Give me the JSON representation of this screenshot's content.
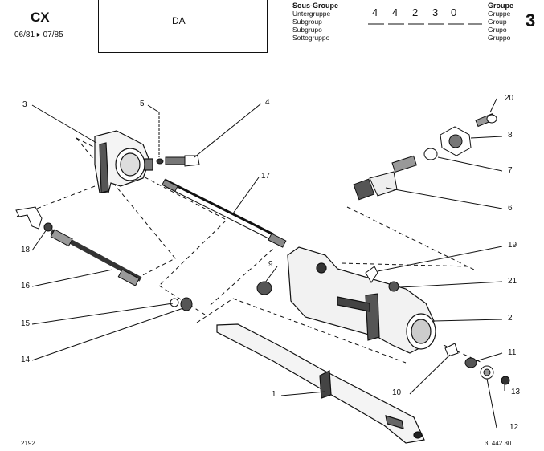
{
  "header": {
    "model": "CX",
    "years": "06/81 ▸ 07/85",
    "box_label": "DA",
    "subgroup_labels": [
      "Sous-Groupe",
      "Untergruppe",
      "Subgroup",
      "Subgrupo",
      "Sottogruppo"
    ],
    "code_digits": [
      "4",
      "4",
      "2",
      "3",
      "0"
    ],
    "group_labels": [
      "Groupe",
      "Gruppe",
      "Group",
      "Grupo",
      "Gruppo"
    ],
    "group_number": "3"
  },
  "callouts": [
    "1",
    "2",
    "3",
    "4",
    "5",
    "6",
    "7",
    "8",
    "9",
    "10",
    "11",
    "12",
    "13",
    "14",
    "15",
    "16",
    "17",
    "18",
    "19",
    "20",
    "21"
  ],
  "footer": {
    "left": "2192",
    "right": "3. 442.30"
  }
}
